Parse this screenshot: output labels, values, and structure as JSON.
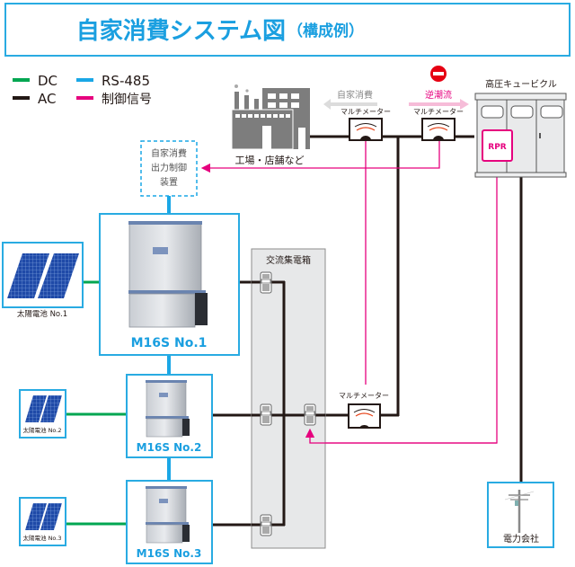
{
  "title": {
    "main": "自家消費システム図",
    "sub": "（構成例）",
    "color": "#1a9fe0"
  },
  "legend": [
    {
      "label": "DC",
      "color": "#00a651"
    },
    {
      "label": "AC",
      "color": "#231815"
    },
    {
      "label": "RS-485",
      "color": "#1aa7e6"
    },
    {
      "label": "制御信号",
      "color": "#e6007e"
    }
  ],
  "factory": {
    "label": "工場・店舗など"
  },
  "flows": {
    "self_consumption": "自家消費",
    "reverse_flow": "逆潮流",
    "prohibited_icon": "no-entry-icon"
  },
  "meters": [
    {
      "label": "マルチメーター"
    },
    {
      "label": "マルチメーター"
    },
    {
      "label": "マルチメーター"
    }
  ],
  "cubicle": {
    "label": "高圧キュービクル",
    "relay_label": "RPR"
  },
  "controller": {
    "lines": [
      "自家消費",
      "出力制御",
      "装置"
    ]
  },
  "inverters": [
    {
      "label": "M16S No.1"
    },
    {
      "label": "M16S No.2"
    },
    {
      "label": "M16S No.3"
    }
  ],
  "pv_panels": [
    {
      "label": "太陽電池  No.1"
    },
    {
      "label": "太陽電池 No.2"
    },
    {
      "label": "太陽電池 No.3"
    }
  ],
  "collection_box": {
    "label": "交流集電箱"
  },
  "utility": {
    "label": "電力会社"
  },
  "colors": {
    "dc": "#00a651",
    "ac": "#231815",
    "rs485": "#1aa7e6",
    "signal": "#e6007e",
    "box_border": "#29abe2",
    "factory_gray": "#7d7d7d",
    "collection_bg": "#e3e4e5"
  }
}
